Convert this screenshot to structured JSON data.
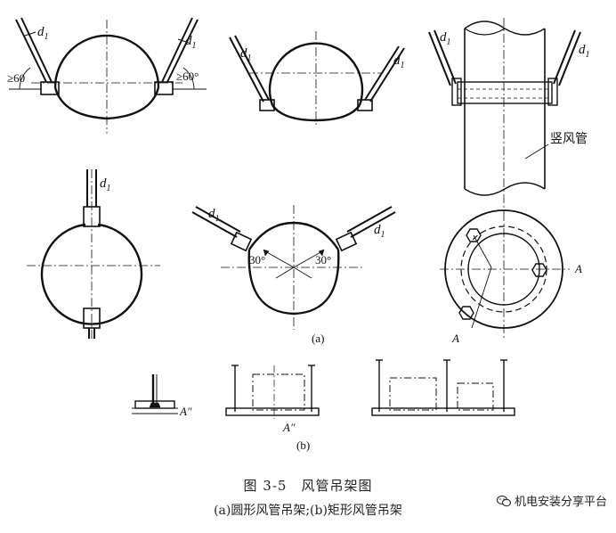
{
  "labels": {
    "d1": "d",
    "d1_sub": "1",
    "ge60_left": "≥60",
    "ge60_right": "≥60°",
    "vertical_duct": "竖风管",
    "angle30_left": "30°",
    "angle30_right": "30°",
    "section_A": "A",
    "section_A2": "A",
    "A_double_prime": "A″",
    "A_double_prime_2": "A″",
    "part_a": "(a)",
    "part_b": "(b)"
  },
  "caption": {
    "title": "图 3-5　风管吊架图",
    "subtitle": "(a)圆形风管吊架;(b)矩形风管吊架"
  },
  "watermark": {
    "text": "机电安装分享平台",
    "icon": "wechat-icon"
  }
}
